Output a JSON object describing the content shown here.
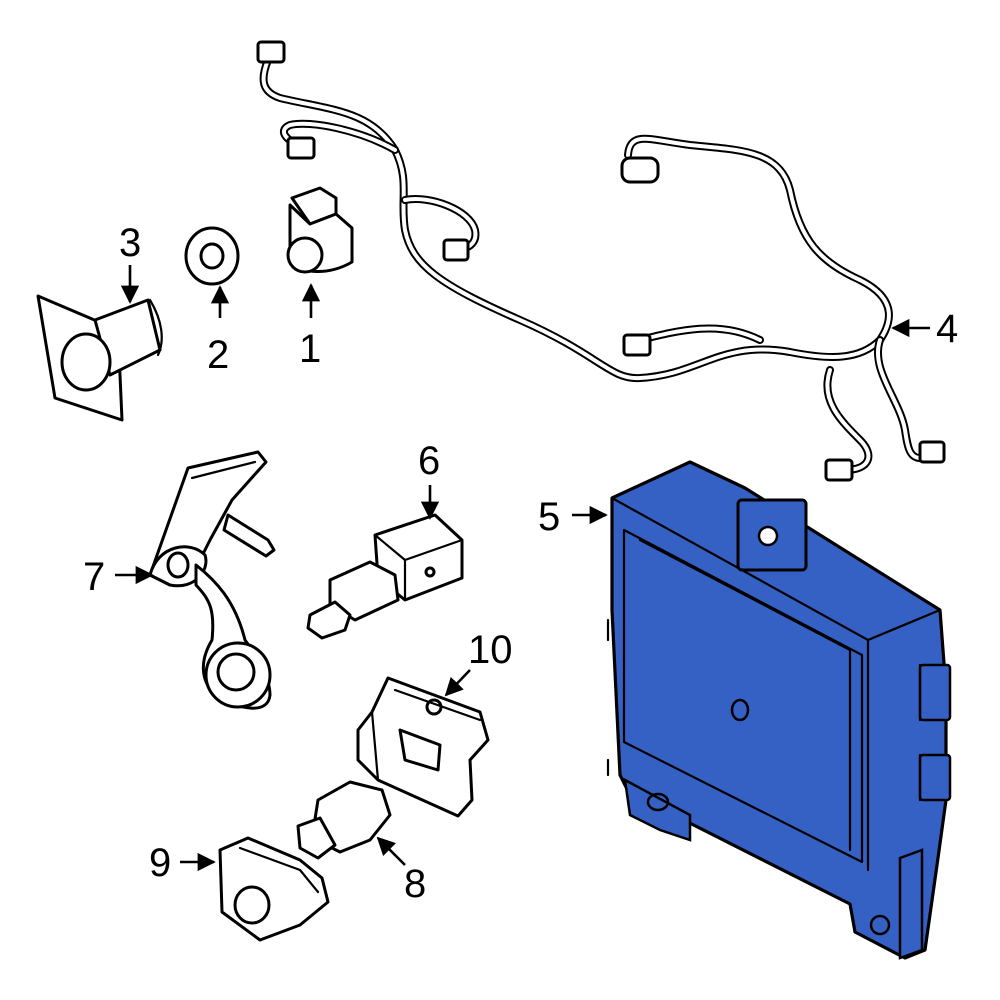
{
  "diagram": {
    "highlight_color": "#3560c4",
    "outline_color": "#000000",
    "background_color": "#ffffff",
    "callouts": [
      {
        "id": "1",
        "label": "1"
      },
      {
        "id": "2",
        "label": "2"
      },
      {
        "id": "3",
        "label": "3"
      },
      {
        "id": "4",
        "label": "4"
      },
      {
        "id": "5",
        "label": "5"
      },
      {
        "id": "6",
        "label": "6"
      },
      {
        "id": "7",
        "label": "7"
      },
      {
        "id": "8",
        "label": "8"
      },
      {
        "id": "9",
        "label": "9"
      },
      {
        "id": "10",
        "label": "10"
      }
    ],
    "highlighted_part": "5"
  }
}
